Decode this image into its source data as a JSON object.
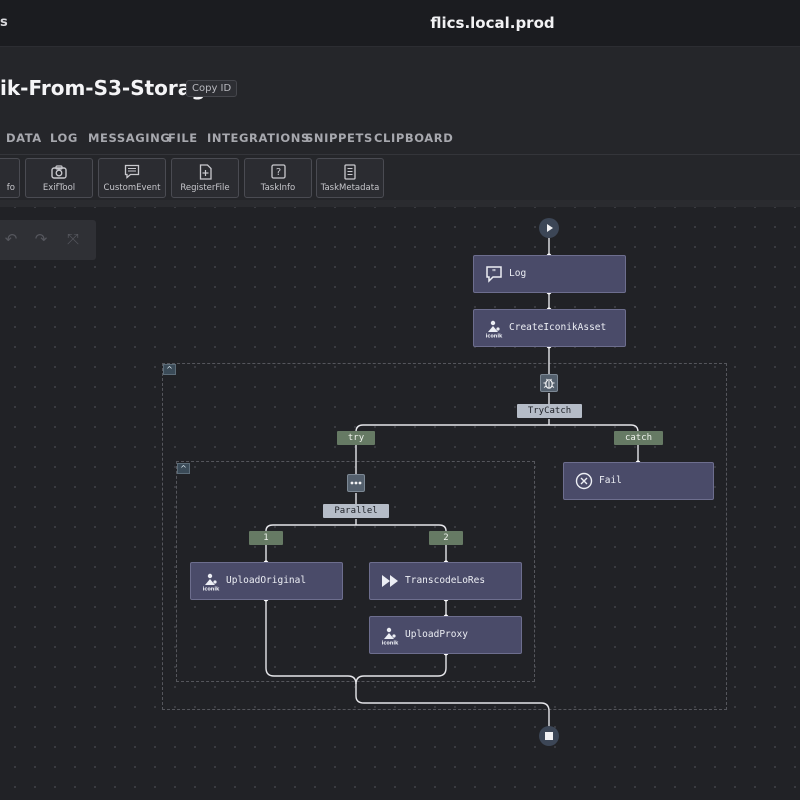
{
  "window": {
    "title_fragment": "s",
    "host": "flics.local.prod"
  },
  "workflow": {
    "title": "ik-From-S3-Storage",
    "copy_id_label": "Copy ID"
  },
  "tabs": [
    "DATA",
    "LOG",
    "MESSAGING",
    "FILE",
    "INTEGRATIONS",
    "SNIPPETS",
    "CLIPBOARD"
  ],
  "toolbox": [
    {
      "label": "fo",
      "icon": "info-icon"
    },
    {
      "label": "ExifTool",
      "icon": "camera-icon"
    },
    {
      "label": "CustomEvent",
      "icon": "message-icon"
    },
    {
      "label": "RegisterFile",
      "icon": "file-plus-icon"
    },
    {
      "label": "TaskInfo",
      "icon": "question-icon"
    },
    {
      "label": "TaskMetadata",
      "icon": "document-icon"
    }
  ],
  "canvas_controls": [
    {
      "name": "undo-icon",
      "glyph": "↶"
    },
    {
      "name": "redo-icon",
      "glyph": "↷"
    },
    {
      "name": "fit-view-icon",
      "glyph": "⤧"
    }
  ],
  "flow": {
    "collapse_glyph": "^",
    "nodes": {
      "log": {
        "label": "Log",
        "icon": "message-icon"
      },
      "create_asset": {
        "label": "CreateIconikAsset",
        "icon": "iconik-icon",
        "icon_caption": "iconik"
      },
      "fail": {
        "label": "Fail",
        "icon": "x-circle-icon"
      },
      "upload_original": {
        "label": "UploadOriginal",
        "icon": "iconik-icon",
        "icon_caption": "iconik"
      },
      "transcode": {
        "label": "TranscodeLoRes",
        "icon": "fast-forward-icon"
      },
      "upload_proxy": {
        "label": "UploadProxy",
        "icon": "iconik-icon",
        "icon_caption": "iconik"
      }
    },
    "labels": {
      "trycatch": "TryCatch",
      "try": "try",
      "catch": "catch",
      "parallel": "Parallel",
      "branch_1": "1",
      "branch_2": "2"
    }
  },
  "colors": {
    "node_fill": "#4a4b69",
    "node_border": "#6d6e8e",
    "branch_pill": "#667a64",
    "operator_pill": "#b5bcc7",
    "edge": "#e6e6ea"
  }
}
